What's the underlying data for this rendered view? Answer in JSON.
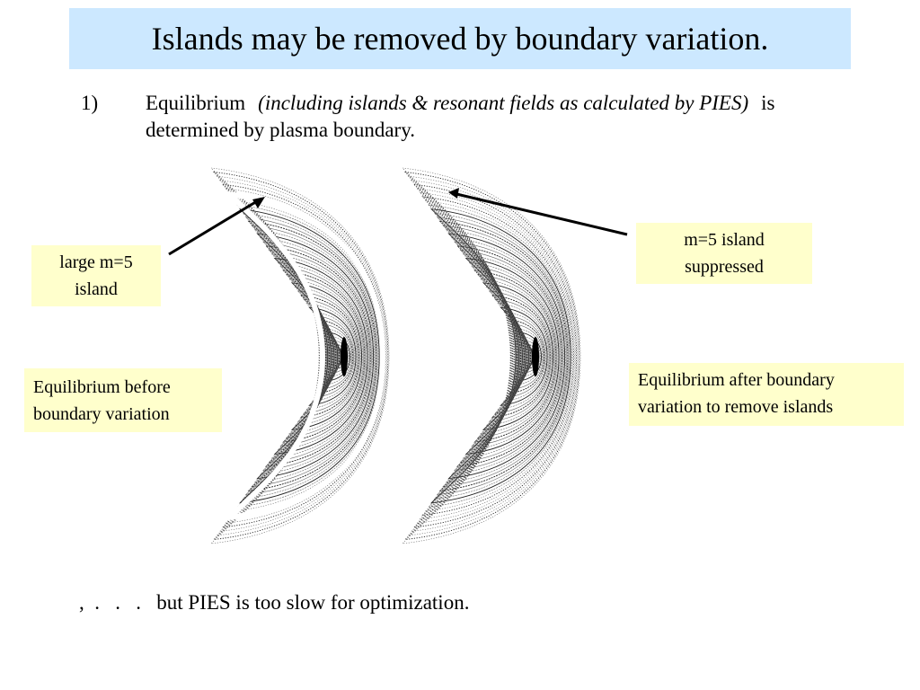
{
  "slide": {
    "title": "Islands may be removed by boundary variation.",
    "point1": {
      "number": "1)",
      "lead": "Equilibrium",
      "italic": "(including islands & resonant fields as calculated by PIES)",
      "tail": "is determined by plasma boundary."
    },
    "labels": {
      "large_island": [
        "large m=5",
        "island"
      ],
      "island_suppressed": [
        "m=5 island",
        "suppressed"
      ],
      "before": [
        "Equilibrium before",
        "boundary variation"
      ],
      "after": [
        "Equilibrium after boundary",
        "variation to remove islands"
      ]
    },
    "bottom_text": ",  .   .   .   but PIES is too slow for optimization."
  },
  "colors": {
    "title_background": "#cce8ff",
    "label_background": "#ffffcc",
    "ink": "#000000"
  }
}
